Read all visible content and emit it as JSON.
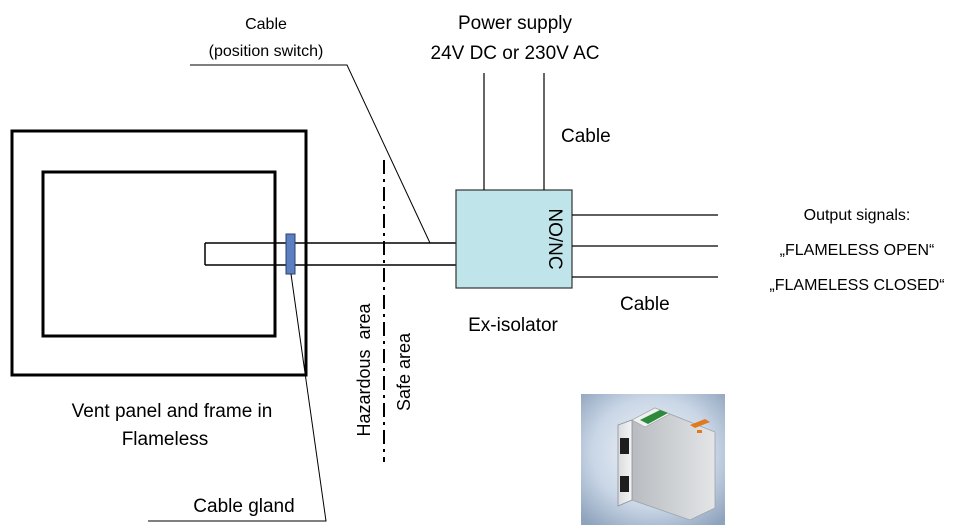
{
  "labels": {
    "cable_position_switch_1": "Cable",
    "cable_position_switch_2": "(position switch)",
    "power_supply_1": "Power supply",
    "power_supply_2": "24V DC or 230V AC",
    "cable_power": "Cable",
    "output_signals_title": "Output signals:",
    "output_open": "„FLAMELESS OPEN“",
    "output_closed": "„FLAMELESS CLOSED“",
    "no_nc": "NO/NC",
    "cable_output": "Cable",
    "ex_isolator": "Ex-isolator",
    "hazardous_area": "Hazardous  area",
    "safe_area": "Safe area",
    "vent_panel_1": "Vent panel and frame in",
    "vent_panel_2": "Flameless",
    "cable_gland": "Cable gland"
  },
  "colors": {
    "isolator_fill": "#bfe4ea",
    "gland_fill": "#5b7fc0",
    "line": "#000000"
  }
}
